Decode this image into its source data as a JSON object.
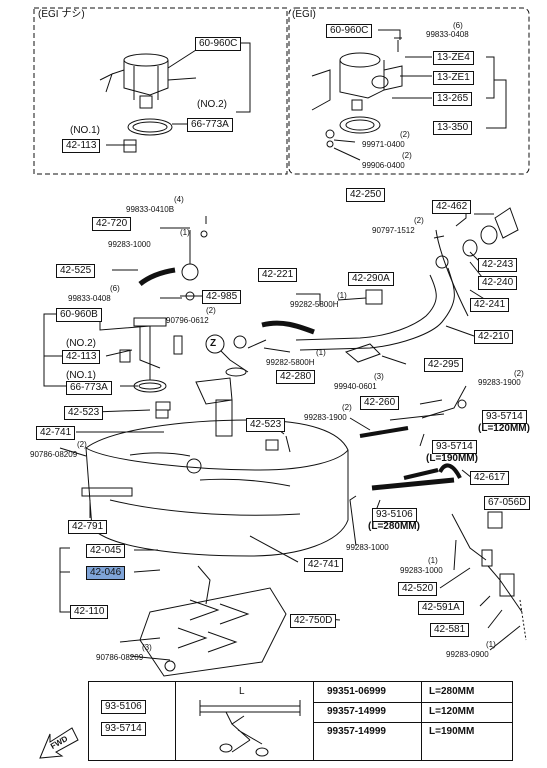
{
  "top_left_panel": {
    "title": "(EGI ナシ)",
    "parts": [
      "60-960C",
      "(NO.2)",
      "66-773A",
      "(NO.1)",
      "42-113"
    ]
  },
  "top_right_panel": {
    "title": "(EGI)",
    "parts": [
      "60-960C",
      "(6)",
      "99833-0408",
      "13-ZE4",
      "13-ZE1",
      "13-265",
      "13-350",
      "(2)",
      "99971-0400",
      "(2)",
      "99906-0400"
    ]
  },
  "main": {
    "labels": {
      "p42_250": "42-250",
      "p42_462": "42-462",
      "p4_a": "(4)",
      "p99833_0410b": "99833-0410B",
      "p42_720": "42-720",
      "p1_a": "(1)",
      "p99283_1000_a": "99283-1000",
      "p2_a": "(2)",
      "p90797_1512": "90797-1512",
      "p42_243": "42-243",
      "p42_240": "42-240",
      "p42_525": "42-525",
      "p42_221": "42-221",
      "p42_290a": "42-290A",
      "p1_b": "(1)",
      "p99282_5800h_a": "99282-5800H",
      "p42_241": "42-241",
      "p42_985": "42-985",
      "p6_a": "(6)",
      "p99833_0408_b": "99833-0408",
      "p60_960b": "60-960B",
      "p2_b": "(2)",
      "p90796_0612": "90796-0612",
      "p42_210": "42-210",
      "p1_c": "(1)",
      "p99282_5800h_b": "99282-5800H",
      "p42_295": "42-295",
      "pno2": "(NO.2)",
      "p42_113": "42-113",
      "pno1": "(NO.1)",
      "p66_773a": "66-773A",
      "p42_280": "42-280",
      "p3_a": "(3)",
      "p99940_0601": "99940-0601",
      "p2_c": "(2)",
      "p99283_1900_a": "99283-1900",
      "p42_523_a": "42-523",
      "p42_260": "42-260",
      "p2_d": "(2)",
      "p99283_1900_b": "99283-1900",
      "p93_5714_a": "93-5714",
      "pl120": "(L=120MM)",
      "p42_523_b": "42-523",
      "p42_741_a": "42-741",
      "p2_e": "(2)",
      "p90786_08209_a": "90786-08209",
      "p93_5714_b": "93-5714",
      "pl190": "(L=190MM)",
      "p42_617": "42-617",
      "p42_791": "42-791",
      "p93_5106": "93-5106",
      "pl280": "(L=280MM)",
      "p67_056d": "67-056D",
      "p99283_1000_b": "99283-1000",
      "p42_045": "42-045",
      "p42_046": "42-046",
      "p42_741_b": "42-741",
      "p1_d": "(1)",
      "p99283_1000_c": "99283-1000",
      "p42_110": "42-110",
      "p42_520": "42-520",
      "p42_591a": "42-591A",
      "p42_750d": "42-750D",
      "p3_b": "(3)",
      "p90786_08209_b": "90786-08209",
      "p42_581": "42-581",
      "p1_e": "(1)",
      "p99283_0900": "99283-0900",
      "z1": "Z",
      "z2": "Z"
    }
  },
  "table": {
    "left_rows": [
      "93-5106",
      "93-5714"
    ],
    "length_marker": "L",
    "rows": [
      {
        "part": "99351-06999",
        "length": "L=280MM"
      },
      {
        "part": "99357-14999",
        "length": "L=120MM"
      },
      {
        "part": "99357-14999",
        "length": "L=190MM"
      }
    ]
  },
  "fwd_label": "FWD",
  "highlight_color": "#7fa4d8"
}
